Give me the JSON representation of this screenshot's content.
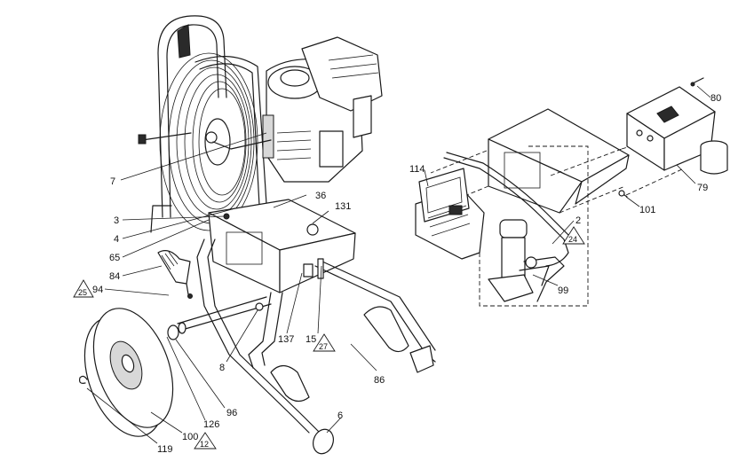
{
  "callouts": {
    "c7": "7",
    "c3": "3",
    "c4": "4",
    "c65": "65",
    "c84": "84",
    "c94": "94",
    "c8": "8",
    "c36": "36",
    "c131": "131",
    "c137": "137",
    "c15": "15",
    "c86": "86",
    "c6": "6",
    "c96": "96",
    "c126": "126",
    "c100": "100",
    "c119": "119",
    "c114": "114",
    "c2": "2",
    "c99": "99",
    "c101": "101",
    "c79": "79",
    "c80": "80"
  },
  "warnings": {
    "w25": "25",
    "w27": "27",
    "w12": "12",
    "w24": "24"
  }
}
